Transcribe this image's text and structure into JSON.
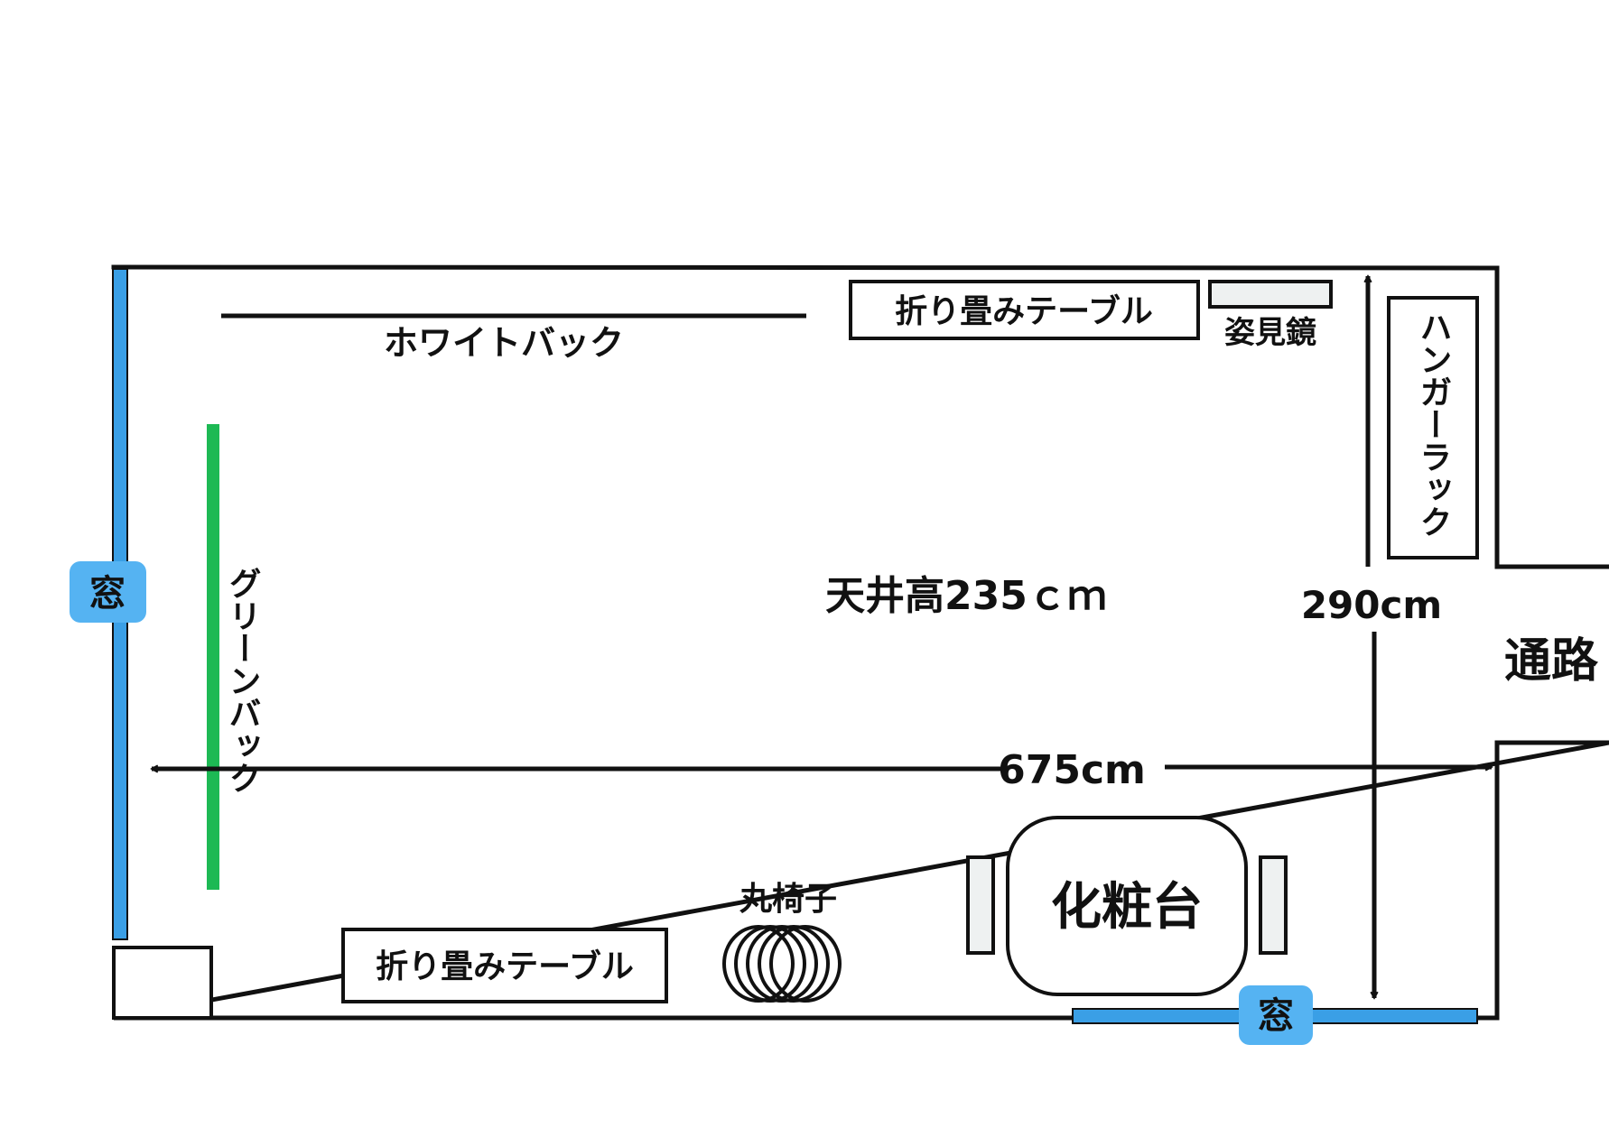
{
  "colors": {
    "window": "#3a9fe6",
    "window_badge": "#55b3f2",
    "green_back": "#1db954",
    "ink": "#111111",
    "mirror_fill": "#eef1f1"
  },
  "labels": {
    "white_back": "ホワイトバック",
    "green_back": "グリーンバック",
    "folding_table_top": "折り畳みテーブル",
    "folding_table_bottom": "折り畳みテーブル",
    "mirror": "姿見鏡",
    "hanger_rack": "ハンガーラック",
    "ceiling_height": "天井高235ｃｍ",
    "width_dimension": "675cm",
    "depth_dimension": "290cm",
    "passage": "通路",
    "vanity": "化粧台",
    "round_stool": "丸椅子",
    "window_left": "窓",
    "window_bottom": "窓"
  }
}
